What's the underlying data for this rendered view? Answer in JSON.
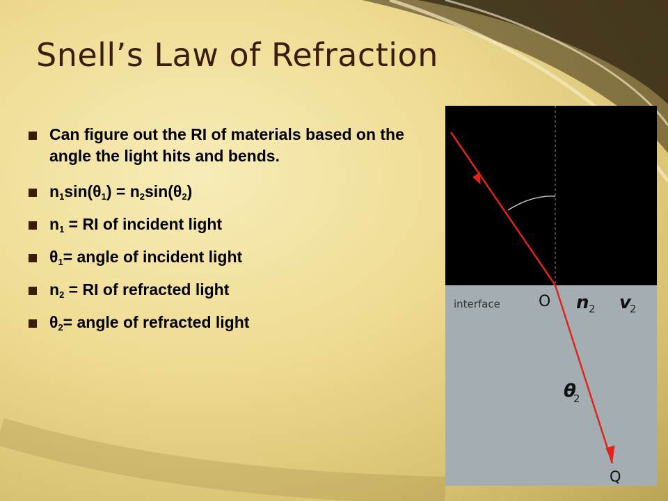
{
  "slide": {
    "title": "Snell’s Law of Refraction",
    "bullets": [
      {
        "text": "Can figure out the RI of materials based on the angle the light hits and bends."
      },
      {
        "parts": [
          {
            "t": "n"
          },
          {
            "sub": "1"
          },
          {
            "t": "sin(θ"
          },
          {
            "sub": "1"
          },
          {
            "t": ") = n"
          },
          {
            "sub": "2"
          },
          {
            "t": "sin(θ"
          },
          {
            "sub": "2"
          },
          {
            "t": ")"
          }
        ]
      },
      {
        "parts": [
          {
            "t": "n"
          },
          {
            "sub": "1"
          },
          {
            "t": " = RI of incident light"
          }
        ]
      },
      {
        "parts": [
          {
            "t": "θ"
          },
          {
            "sub": "1"
          },
          {
            "t": "= angle of incident light"
          }
        ]
      },
      {
        "parts": [
          {
            "t": "n"
          },
          {
            "sub": "2"
          },
          {
            "t": " = RI of refracted light"
          }
        ]
      },
      {
        "parts": [
          {
            "t": "θ"
          },
          {
            "sub": "2"
          },
          {
            "t": "= angle of refracted light"
          }
        ]
      }
    ]
  },
  "diagram": {
    "interface_label": "interface",
    "point_o": "O",
    "point_q": "Q",
    "n2_label": "n",
    "n2_sub": "2",
    "v2_label": "v",
    "v2_sub": "2",
    "theta2_label": "θ",
    "theta2_sub": "2",
    "colors": {
      "top": "#000000",
      "bottom": "#a3adb2",
      "ray": "#e0241b",
      "normal": "#666666"
    }
  }
}
